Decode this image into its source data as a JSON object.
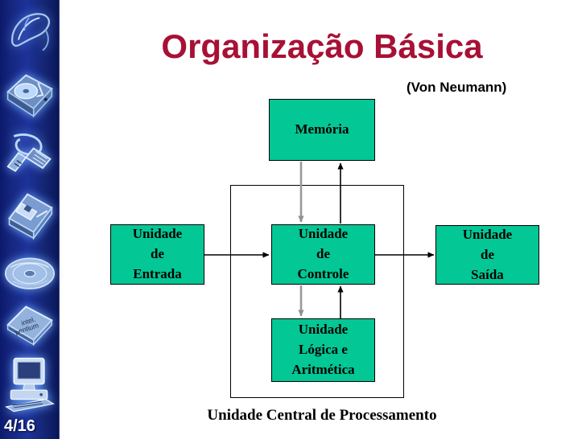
{
  "slide": {
    "title": "Organização Básica",
    "subtitle": "(Von Neumann)",
    "caption": "Unidade Central de Processamento",
    "page_number": "4/16",
    "title_color": "#A81035",
    "box_fill_color": "#03C794",
    "box_border_color": "#000000",
    "sidebar_color": "#1D329A",
    "arrow_black": "#000000",
    "arrow_gray": "#999999"
  },
  "sidebar": {
    "icons": [
      {
        "name": "mouse-icon",
        "label": "Mouse"
      },
      {
        "name": "hard-disk-icon",
        "label": "Hard Disk"
      },
      {
        "name": "cable-connector-icon",
        "label": "Cable Connector"
      },
      {
        "name": "floppy-disk-icon",
        "label": "Floppy Disk"
      },
      {
        "name": "cd-disc-icon",
        "label": "CD Disc"
      },
      {
        "name": "cpu-chip-icon",
        "label": "Intel Pentium Chip"
      },
      {
        "name": "desktop-computer-icon",
        "label": "Desktop Computer"
      }
    ],
    "chip_text_1": "intel.",
    "chip_text_2": "pentium"
  },
  "diagram": {
    "type": "block-diagram",
    "boxes": [
      {
        "id": "memoria",
        "lines": [
          "Memória"
        ]
      },
      {
        "id": "entrada",
        "lines": [
          "Unidade",
          "de",
          "Entrada"
        ]
      },
      {
        "id": "controle",
        "lines": [
          "Unidade",
          "de",
          "Controle"
        ]
      },
      {
        "id": "saida",
        "lines": [
          "Unidade",
          "de",
          "Saída"
        ]
      },
      {
        "id": "ula",
        "lines": [
          "Unidade",
          "Lógica e",
          "Aritmética"
        ]
      }
    ],
    "connections": [
      {
        "from": "memoria",
        "to": "controle",
        "direction": "down",
        "color": "#999999"
      },
      {
        "from": "controle",
        "to": "memoria",
        "direction": "up",
        "color": "#000000"
      },
      {
        "from": "controle",
        "to": "ula",
        "direction": "down",
        "color": "#999999"
      },
      {
        "from": "ula",
        "to": "controle",
        "direction": "up",
        "color": "#000000"
      },
      {
        "from": "entrada",
        "to": "controle",
        "direction": "right",
        "color": "#000000"
      },
      {
        "from": "controle",
        "to": "saida",
        "direction": "right",
        "color": "#000000"
      }
    ],
    "enclosure_label": "Unidade Central de Processamento"
  }
}
